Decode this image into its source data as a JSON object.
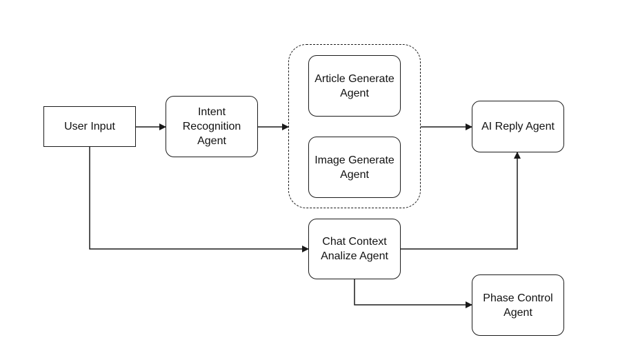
{
  "nodes": {
    "user_input": "User Input",
    "intent_agent": "Intent\nRecognition\nAgent",
    "article_agent": "Article Generate\nAgent",
    "image_agent": "Image Generate\nAgent",
    "ai_reply_agent": "AI Reply Agent",
    "chat_context_agent": "Chat Context\nAnalize Agent",
    "phase_control_agent": "Phase Control\nAgent"
  },
  "colors": {
    "stroke": "#1a1a1a",
    "text": "#111111",
    "background": "#ffffff"
  }
}
